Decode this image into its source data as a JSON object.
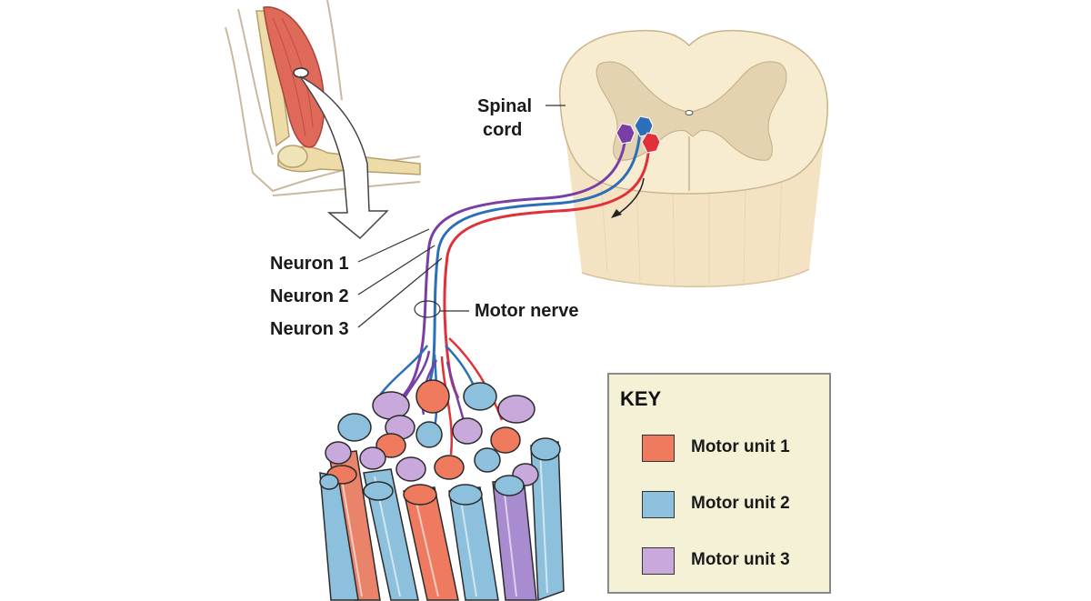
{
  "labels": {
    "spinal_cord_line1": "Spinal",
    "spinal_cord_line2": "cord",
    "neuron1": "Neuron 1",
    "neuron2": "Neuron 2",
    "neuron3": "Neuron 3",
    "motor_nerve": "Motor nerve"
  },
  "key": {
    "title": "KEY",
    "items": [
      {
        "label": "Motor unit 1",
        "color": "#f07a5e"
      },
      {
        "label": "Motor unit 2",
        "color": "#8dc0dc"
      },
      {
        "label": "Motor unit 3",
        "color": "#c9a8dc"
      }
    ]
  },
  "colors": {
    "neuron1": "#7a3fa6",
    "neuron2": "#2a6fb8",
    "neuron3": "#e0303a",
    "muscle": "#e06a5a",
    "bone": "#eddba8",
    "spinal_white": "#f8ecd0",
    "spinal_gray": "#e3d3b0"
  }
}
